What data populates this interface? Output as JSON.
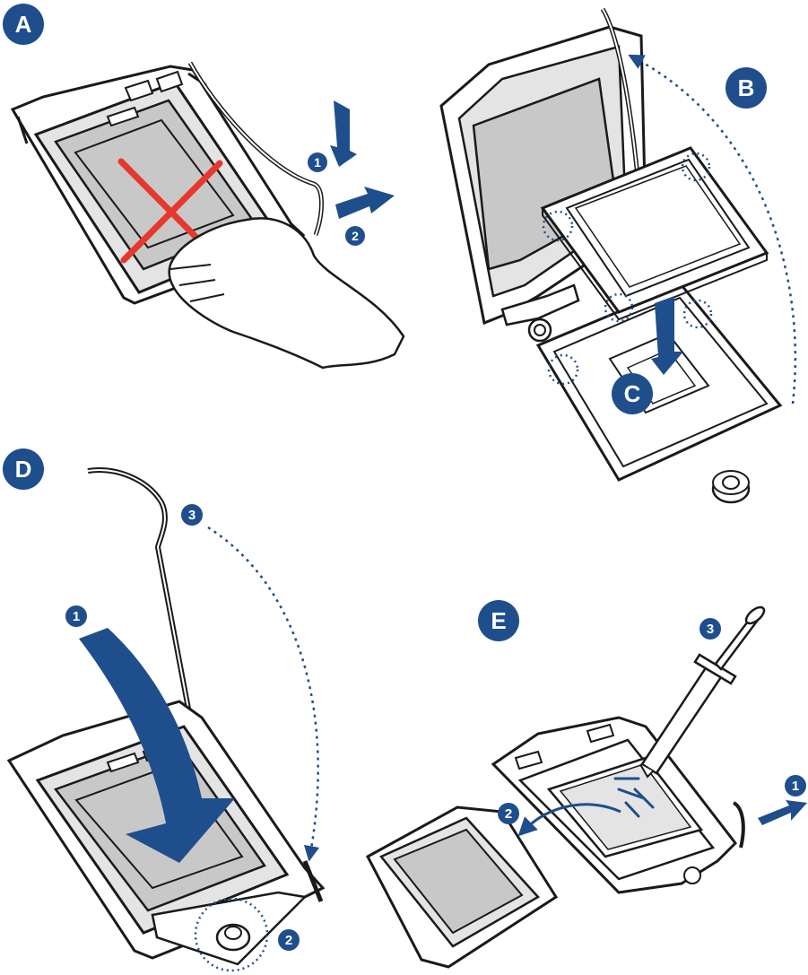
{
  "panels": {
    "a": {
      "letter": "A",
      "steps": [
        "1",
        "2"
      ]
    },
    "b": {
      "letter": "B"
    },
    "c": {
      "letter": "C"
    },
    "d": {
      "letter": "D",
      "steps": [
        "1",
        "2",
        "3"
      ]
    },
    "e": {
      "letter": "E",
      "steps": [
        "1",
        "2",
        "3"
      ]
    }
  },
  "colors": {
    "accent": "#1f4e8c",
    "cross": "#e8372c",
    "outline": "#1a1a1a",
    "gray": "#c8c8c8",
    "light_gray": "#e4e4e4"
  }
}
